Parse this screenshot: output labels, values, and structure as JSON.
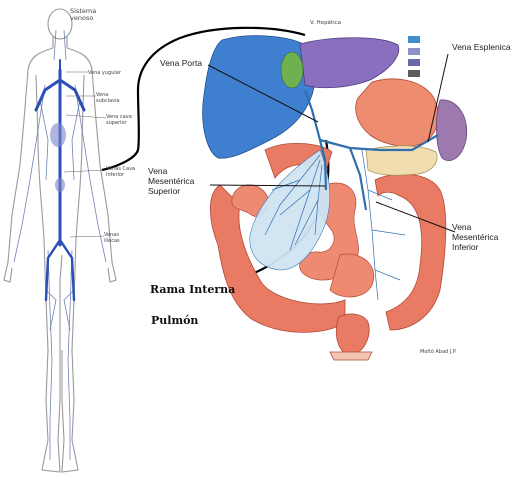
{
  "figure": {
    "body": {
      "title": "Sistema venoso",
      "labels": [
        "Vena yugular",
        "Vena subclavia",
        "Vena cava superior",
        "Venas Cava Inferior",
        "Venas ilíacas"
      ]
    },
    "abdomen": {
      "top_label": "V. Hepática",
      "labels": {
        "porta": "Vena Porta",
        "esplenica": "Vena Esplenica",
        "mes_sup": [
          "Vena",
          "Mesentérica",
          "Superior"
        ],
        "mes_inf": [
          "Vena",
          "Mesentérica",
          "Inferior"
        ]
      },
      "handwritten": [
        "Rama Interna",
        "Pulmón"
      ],
      "credit": "Moltó Abad J.P.",
      "swatches": [
        "#3f8fd0",
        "#8c92c8",
        "#6b6aa8",
        "#5b5b5b"
      ]
    }
  }
}
